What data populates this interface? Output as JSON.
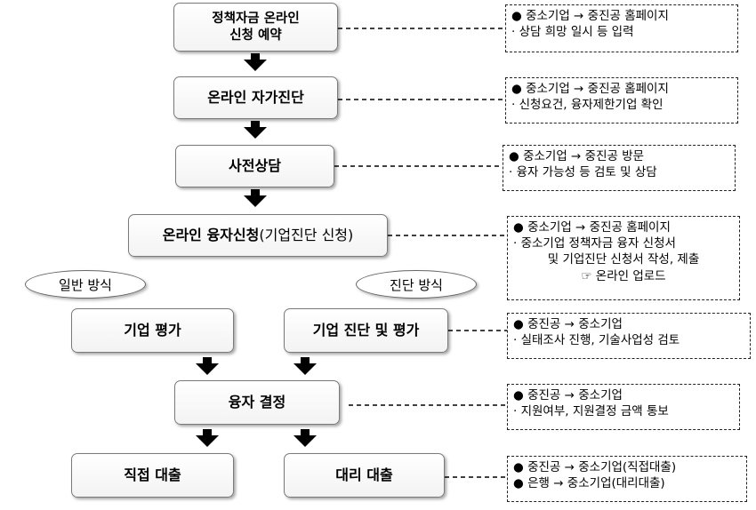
{
  "steps": {
    "s1_line1": "정책자금 온라인",
    "s1_line2": "신청 예약",
    "s2": "온라인 자가진단",
    "s3": "사전상담",
    "s4_main": "온라인 융자신청",
    "s4_sub": "(기업진단 신청)",
    "s5_general": "기업 평가",
    "s5_diag": "기업 진단 및 평가",
    "s6": "융자 결정",
    "s7_direct": "직접 대출",
    "s7_agency": "대리 대출"
  },
  "tags": {
    "general": "일반 방식",
    "diagnosis": "진단 방식"
  },
  "notes": {
    "n1": [
      "● 중소기업 → 중진공 홈페이지",
      "· 상담 희망 일시 등 입력"
    ],
    "n2": [
      "● 중소기업 → 중진공 홈페이지",
      "· 신청요건, 융자제한기업 확인"
    ],
    "n3": [
      "● 중소기업 → 중진공 방문",
      "· 융자 가능성 등 검토 및 상담"
    ],
    "n4": [
      "● 중소기업 → 중진공 홈페이지",
      "· 중소기업 정책자금 융자 신청서",
      "및 기업진단 신청서 작성, 제출",
      "☞ 온라인 업로드"
    ],
    "n5": [
      "● 중진공 → 중소기업",
      "· 실태조사 진행, 기술사업성 검토"
    ],
    "n6": [
      "● 중진공 → 중소기업",
      "· 지원여부, 지원결정 금액 통보"
    ],
    "n7": [
      "● 중진공 → 중소기업(직접대출)",
      "● 은행 → 중소기업(대리대출)"
    ]
  }
}
